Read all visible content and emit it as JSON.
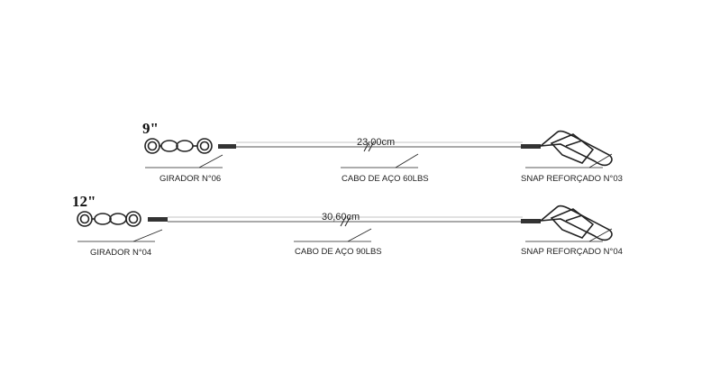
{
  "leaders": [
    {
      "size": "9\"",
      "length": "23,00cm",
      "swivel": "GIRADOR N°06",
      "cable": "CABO DE AÇO 60LBS",
      "snap": "SNAP REFORÇADO N°03"
    },
    {
      "size": "12\"",
      "length": "30,60cm",
      "swivel": "GIRADOR N°04",
      "cable": "CABO DE AÇO 90LBS",
      "snap": "SNAP REFORÇADO N°04"
    }
  ],
  "colors": {
    "ink": "#222222",
    "wire": "#555555"
  }
}
